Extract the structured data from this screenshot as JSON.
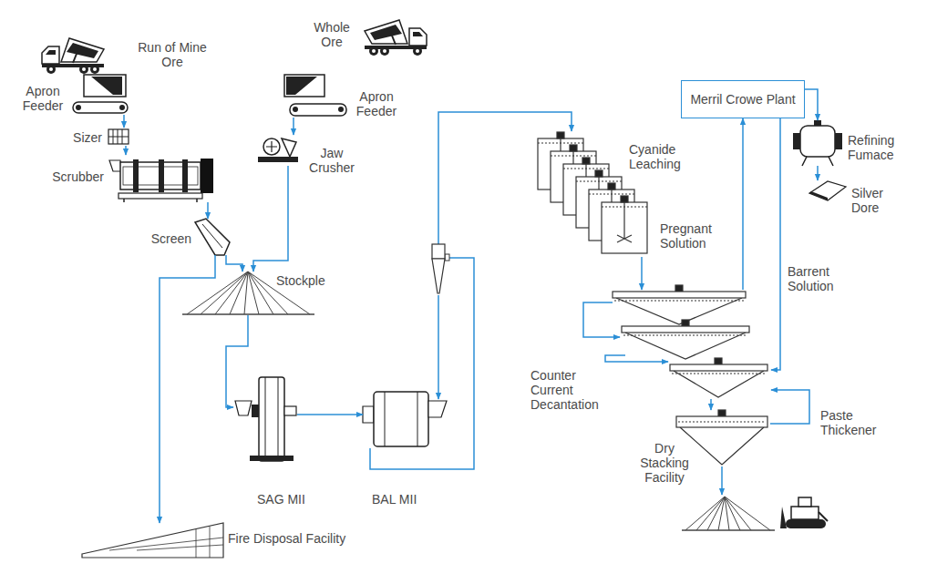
{
  "diagram": {
    "nodes": [
      {
        "text": [
          "Run of Mine Ore"
        ]
      },
      {
        "text": [
          "Apron Feeder"
        ]
      },
      {
        "text": [
          "Sizer"
        ]
      },
      {
        "text": [
          "Scrubber"
        ]
      },
      {
        "text": [
          "Screen"
        ]
      },
      {
        "text": [
          "Whole Ore"
        ]
      },
      {
        "text": [
          "Apron Feeder"
        ]
      },
      {
        "text": [
          "Jaw Crusher"
        ]
      },
      {
        "text": [
          "Stockple"
        ]
      },
      {
        "text": [
          "SAG MII"
        ]
      },
      {
        "text": [
          "BAL MII"
        ]
      },
      {
        "text": [
          "Cyanide Leaching"
        ]
      },
      {
        "text": [
          "Counter Current Decantation"
        ]
      },
      {
        "text": [
          "Merril Crowe Plant"
        ]
      },
      {
        "text": [
          "Refining Fumace"
        ]
      },
      {
        "text": [
          "Silver Dore"
        ]
      },
      {
        "text": [
          "Paste Thickener"
        ]
      },
      {
        "text": [
          "Dry Stacking Facility"
        ]
      },
      {
        "text": [
          "Fire Disposal Facility"
        ]
      }
    ],
    "edges": [
      {
        "from": 1,
        "to": 2,
        "arrow": "to"
      },
      {
        "from": 2,
        "to": 3,
        "arrow": "to"
      },
      {
        "from": 3,
        "to": 4,
        "arrow": "to"
      },
      {
        "from": 4,
        "to": 8,
        "arrow": "to"
      },
      {
        "from": 4,
        "to": 18,
        "arrow": "to"
      },
      {
        "from": 6,
        "to": 7,
        "arrow": "to"
      },
      {
        "from": 7,
        "to": 8,
        "arrow": "to"
      },
      {
        "from": 8,
        "to": 9,
        "arrow": "to"
      },
      {
        "from": 9,
        "to": 10,
        "arrow": "to"
      },
      {
        "from": 10,
        "to": 11,
        "arrow": "to"
      },
      {
        "from": 11,
        "to": 12,
        "arrow": "to"
      },
      {
        "from": 12,
        "to": 13,
        "arrow": "to"
      },
      {
        "from": 13,
        "to": 12,
        "label": "Barrent Solution",
        "arrow": "to"
      },
      {
        "from": 13,
        "to": 14,
        "arrow": "to"
      },
      {
        "from": 14,
        "to": 15,
        "arrow": "to"
      },
      {
        "from": 12,
        "to": 16,
        "arrow": "to"
      },
      {
        "from": 16,
        "to": 17,
        "arrow": "to"
      },
      {
        "from": 16,
        "to": 12,
        "arrow": "to"
      }
    ],
    "labels": [
      "Pregnant Solution"
    ]
  }
}
